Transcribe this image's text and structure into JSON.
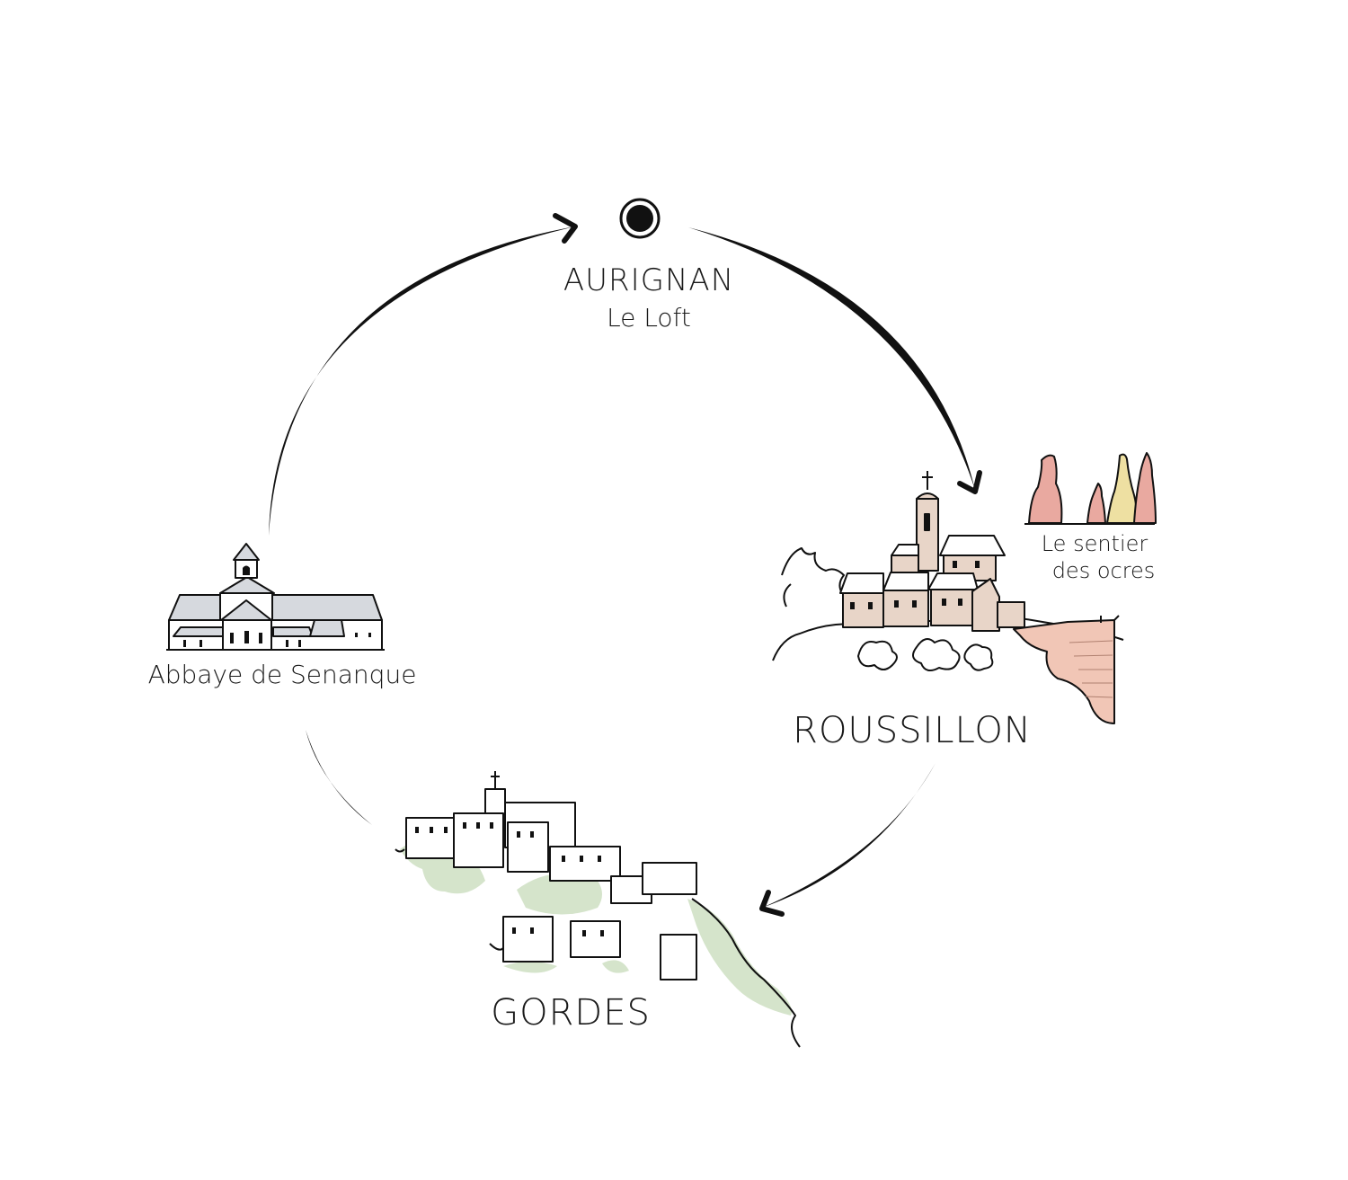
{
  "start": {
    "name": "AURIGNAN",
    "subtitle": "Le Loft"
  },
  "stops": [
    {
      "id": "roussillon",
      "name": "ROUSSILLON"
    },
    {
      "id": "ocres",
      "name_line1": "Le sentier",
      "name_line2": "des ocres"
    },
    {
      "id": "gordes",
      "name": "GORDES"
    },
    {
      "id": "senanque",
      "name": "Abbaye de Senanque"
    }
  ],
  "colors": {
    "ink": "#111111",
    "roof_grey": "#d6d9de",
    "village_beige": "#e8d5c8",
    "ochre_red": "#e9a9a0",
    "ochre_yellow": "#eee0a2",
    "cliff_ochre": "#f1c6b6",
    "greenery": "#d5e4cb"
  }
}
